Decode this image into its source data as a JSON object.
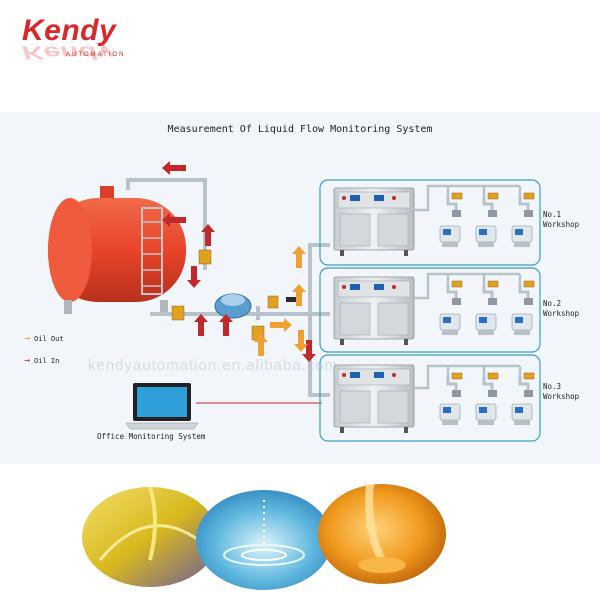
{
  "brand": {
    "name": "Kendy",
    "subtitle": "AUTOMATION"
  },
  "diagram": {
    "title": "Measurement Of Liquid Flow Monitoring System",
    "legend": [
      {
        "label": "Oil Out",
        "color": "#f0a032"
      },
      {
        "label": "Oil In",
        "color": "#c0282a"
      }
    ],
    "office_label": "Office Monitoring System",
    "workshops": [
      {
        "no": "No.1",
        "label": "Workshop"
      },
      {
        "no": "No.2",
        "label": "Workshop"
      },
      {
        "no": "No.3",
        "label": "Workshop"
      }
    ],
    "watermark": "kendyautomation.en.alibaba.com"
  },
  "colors": {
    "tank": "#e8452a",
    "pipe": "#b7c3cc",
    "frame": "#3aa0c8",
    "oil_out": "#f0a032",
    "oil_in": "#c0282a"
  },
  "photos": [
    {
      "name": "oil-photo"
    },
    {
      "name": "water-photo"
    },
    {
      "name": "honey-photo"
    }
  ]
}
